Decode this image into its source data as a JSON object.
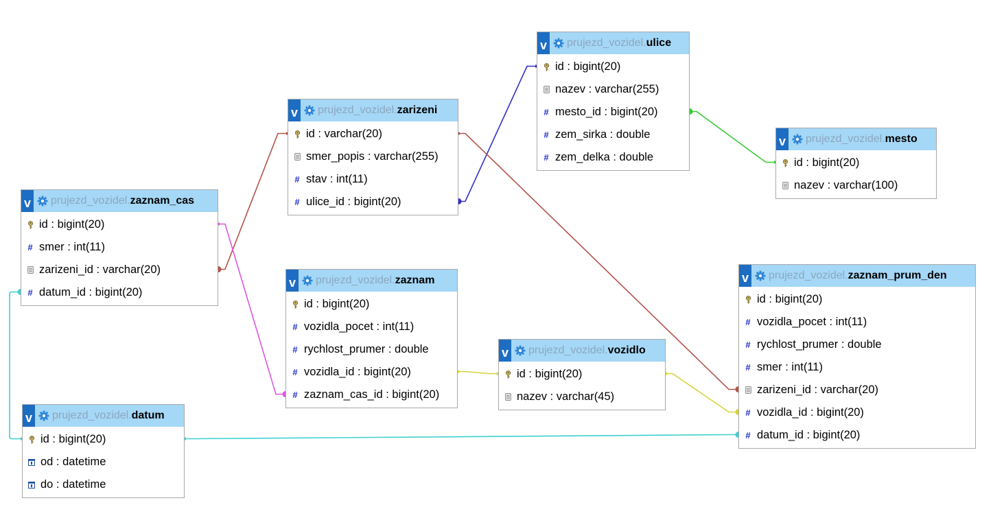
{
  "colors": {
    "header": "#a5d7f6",
    "v_button": "#1d6dc2",
    "db_prefix": "#8ba7bf",
    "hash_icon": "#2434c9",
    "link_ulice_zarizeni": "#2f2fc8",
    "link_zarizeni": "#b5524a",
    "link_ulice_mesto": "#33cc33",
    "link_zaznam_cas": "#dd55dd",
    "link_vozidlo": "#d4d43a",
    "link_datum": "#3fd0d0"
  },
  "tables": [
    {
      "id": "ulice",
      "prefix": "prujezd_vozidel.",
      "name": "ulice",
      "columns": [
        {
          "icon": "key-icon",
          "text": "id : bigint(20)"
        },
        {
          "icon": "text-icon",
          "text": "nazev : varchar(255)"
        },
        {
          "icon": "hash-icon",
          "text": "mesto_id : bigint(20)"
        },
        {
          "icon": "hash-icon",
          "text": "zem_sirka : double"
        },
        {
          "icon": "hash-icon",
          "text": "zem_delka : double"
        }
      ]
    },
    {
      "id": "zarizeni",
      "prefix": "prujezd_vozidel.",
      "name": "zarizeni",
      "columns": [
        {
          "icon": "key-icon",
          "text": "id : varchar(20)"
        },
        {
          "icon": "text-icon",
          "text": "smer_popis : varchar(255)"
        },
        {
          "icon": "hash-icon",
          "text": "stav : int(11)"
        },
        {
          "icon": "hash-icon",
          "text": "ulice_id : bigint(20)"
        }
      ]
    },
    {
      "id": "mesto",
      "prefix": "prujezd_vozidel.",
      "name": "mesto",
      "columns": [
        {
          "icon": "key-icon",
          "text": "id : bigint(20)"
        },
        {
          "icon": "text-icon",
          "text": "nazev : varchar(100)"
        }
      ]
    },
    {
      "id": "zaznam_cas",
      "prefix": "prujezd_vozidel.",
      "name": "zaznam_cas",
      "columns": [
        {
          "icon": "key-icon",
          "text": "id : bigint(20)"
        },
        {
          "icon": "hash-icon",
          "text": "smer : int(11)"
        },
        {
          "icon": "text-icon",
          "text": "zarizeni_id : varchar(20)"
        },
        {
          "icon": "hash-icon",
          "text": "datum_id : bigint(20)"
        }
      ]
    },
    {
      "id": "zaznam",
      "prefix": "prujezd_vozidel.",
      "name": "zaznam",
      "columns": [
        {
          "icon": "key-icon",
          "text": "id : bigint(20)"
        },
        {
          "icon": "hash-icon",
          "text": "vozidla_pocet : int(11)"
        },
        {
          "icon": "hash-icon",
          "text": "rychlost_prumer : double"
        },
        {
          "icon": "hash-icon",
          "text": "vozidla_id : bigint(20)"
        },
        {
          "icon": "hash-icon",
          "text": "zaznam_cas_id : bigint(20)"
        }
      ]
    },
    {
      "id": "zaznam_prum_den",
      "prefix": "prujezd_vozidel.",
      "name": "zaznam_prum_den",
      "columns": [
        {
          "icon": "key-icon",
          "text": "id : bigint(20)"
        },
        {
          "icon": "hash-icon",
          "text": "vozidla_pocet : int(11)"
        },
        {
          "icon": "hash-icon",
          "text": "rychlost_prumer : double"
        },
        {
          "icon": "hash-icon",
          "text": "smer : int(11)"
        },
        {
          "icon": "text-icon",
          "text": "zarizeni_id : varchar(20)"
        },
        {
          "icon": "hash-icon",
          "text": "vozidla_id : bigint(20)"
        },
        {
          "icon": "hash-icon",
          "text": "datum_id : bigint(20)"
        }
      ]
    },
    {
      "id": "vozidlo",
      "prefix": "prujezd_vozidel.",
      "name": "vozidlo",
      "columns": [
        {
          "icon": "key-icon",
          "text": "id : bigint(20)"
        },
        {
          "icon": "text-icon",
          "text": "nazev : varchar(45)"
        }
      ]
    },
    {
      "id": "datum",
      "prefix": "prujezd_vozidel.",
      "name": "datum",
      "columns": [
        {
          "icon": "key-icon",
          "text": "id : bigint(20)"
        },
        {
          "icon": "date-icon",
          "text": "od : datetime"
        },
        {
          "icon": "date-icon",
          "text": "do : datetime"
        }
      ]
    }
  ],
  "links": [
    {
      "from": "zarizeni.ulice_id",
      "to": "ulice.id",
      "color": "#2f2fc8"
    },
    {
      "from": "ulice.mesto_id",
      "to": "mesto.id",
      "color": "#33cc33"
    },
    {
      "from": "zaznam_cas.zarizeni_id",
      "to": "zarizeni.id",
      "color": "#b5524a"
    },
    {
      "from": "zaznam_prum_den.zarizeni_id",
      "to": "zarizeni.id",
      "color": "#b5524a"
    },
    {
      "from": "zaznam.zaznam_cas_id",
      "to": "zaznam_cas.id",
      "color": "#dd55dd"
    },
    {
      "from": "zaznam.vozidla_id",
      "to": "vozidlo.id",
      "color": "#d4d43a"
    },
    {
      "from": "zaznam_prum_den.vozidla_id",
      "to": "vozidlo.id",
      "color": "#d4d43a"
    },
    {
      "from": "zaznam_cas.datum_id",
      "to": "datum.id",
      "color": "#3fd0d0"
    },
    {
      "from": "zaznam_prum_den.datum_id",
      "to": "datum.id",
      "color": "#3fd0d0"
    }
  ]
}
